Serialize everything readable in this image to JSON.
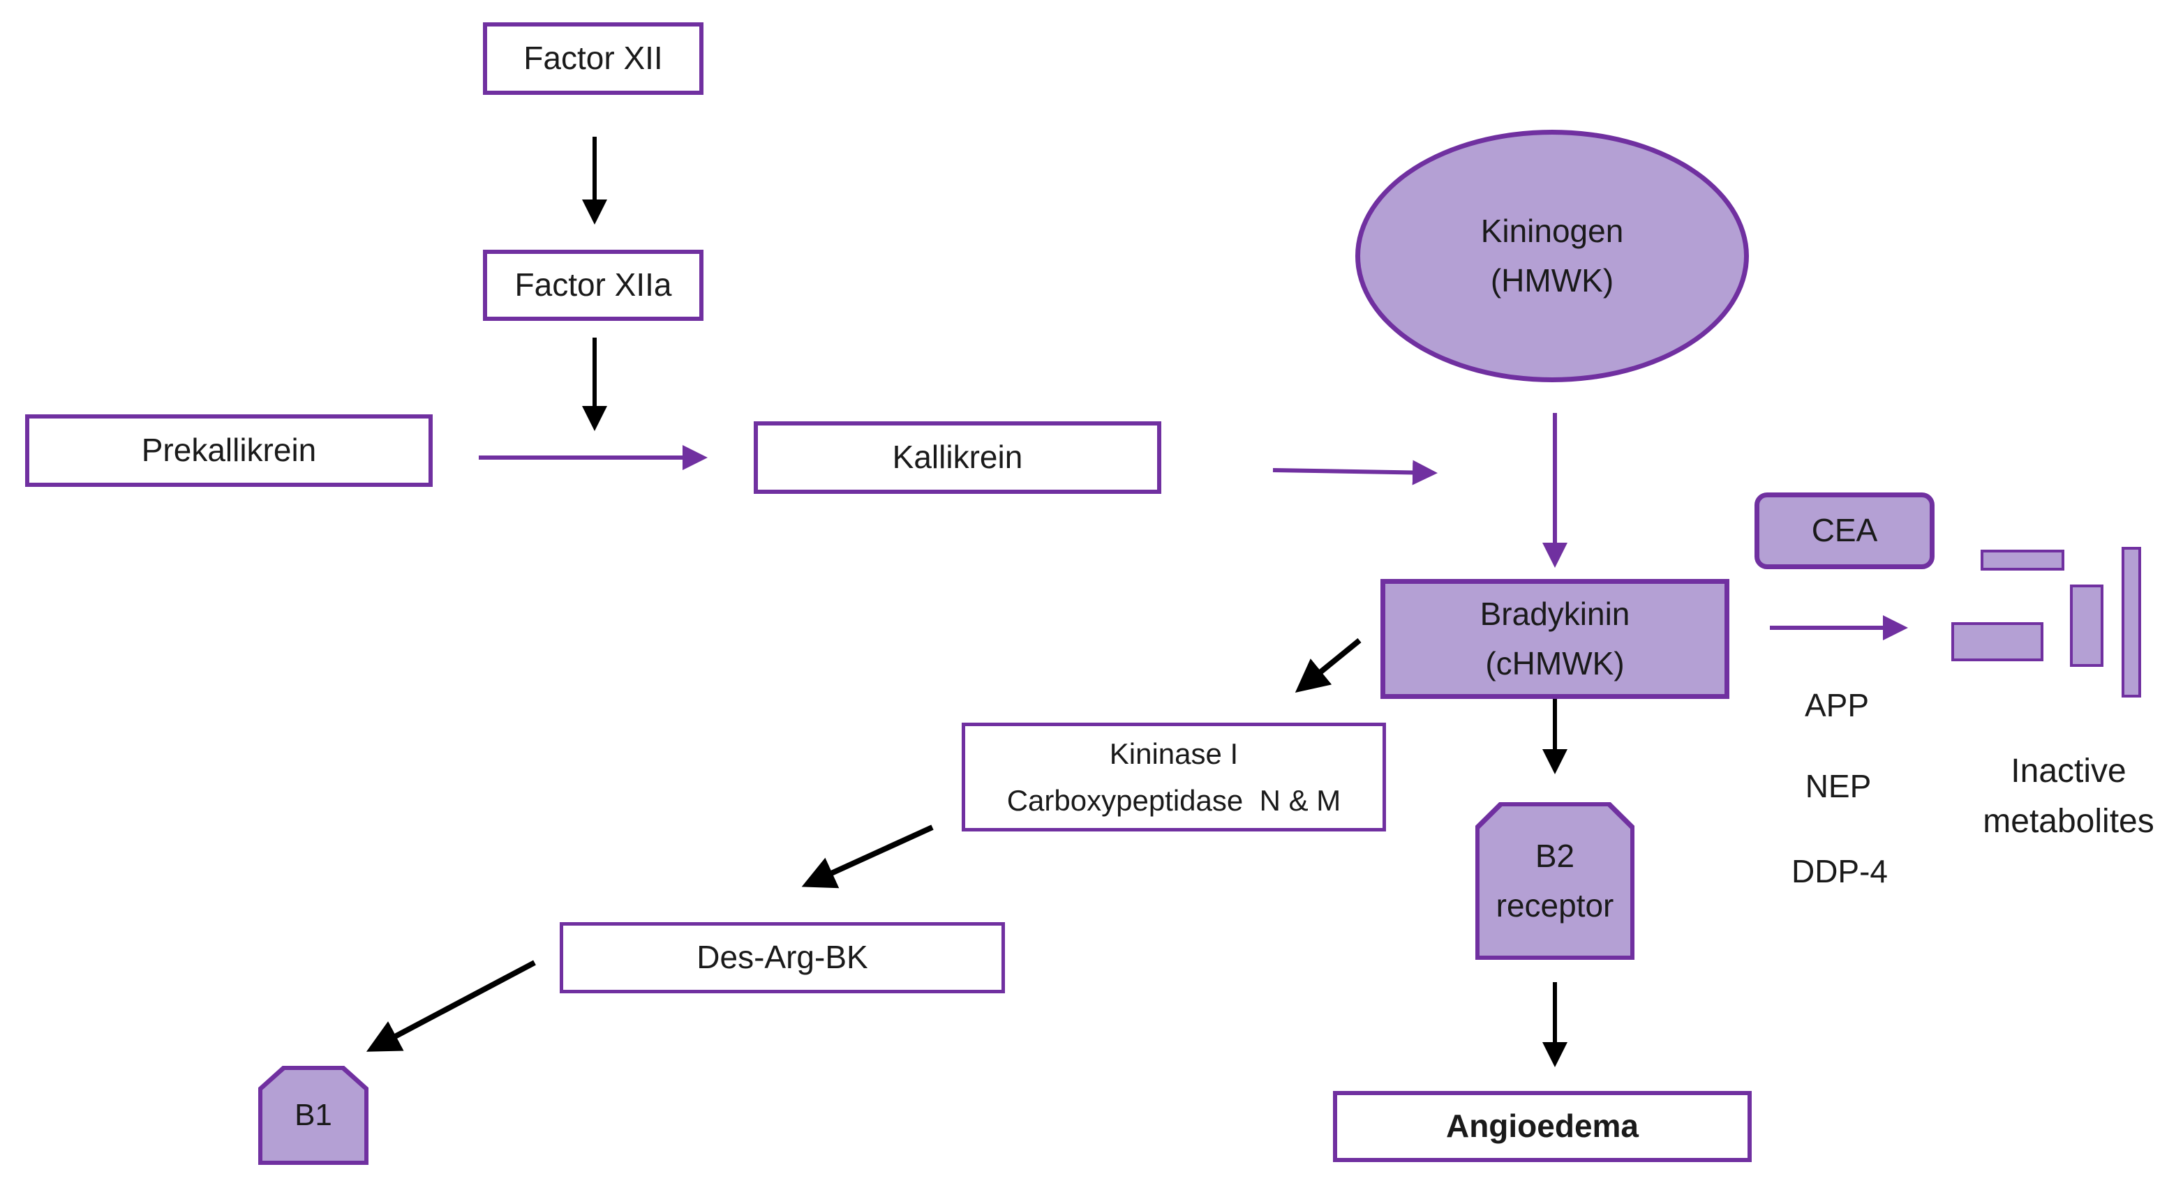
{
  "nodes": {
    "factor_xii": "Factor XII",
    "factor_xiia": "Factor XIIa",
    "prekallikrein": "Prekallikrein",
    "kallikrein": "Kallikrein",
    "kininogen": {
      "line1": "Kininogen",
      "line2": "(HMWK)"
    },
    "cea": "CEA",
    "bradykinin": {
      "line1": "Bradykinin",
      "line2": "(cHMWK)"
    },
    "kininase": {
      "line1": "Kininase I",
      "line2": "Carboxypeptidase  N & M"
    },
    "des_arg_bk": "Des-Arg-BK",
    "b1": "B1",
    "b2": {
      "line1": "B2",
      "line2": "receptor"
    },
    "angioedema": "Angioedema"
  },
  "enzymes": [
    "APP",
    "NEP",
    "DDP-4"
  ],
  "inactive": {
    "line1": "Inactive",
    "line2": "metabolites"
  },
  "colors": {
    "purple_border": "#7030A0",
    "lavender_fill": "#B4A0D4",
    "arrow_black": "#000000"
  }
}
